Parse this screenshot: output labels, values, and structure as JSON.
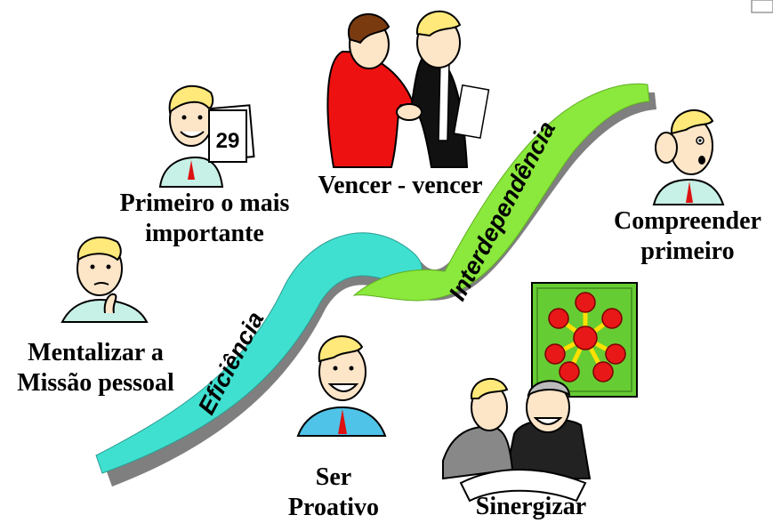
{
  "banners": {
    "eficiencia": "Eficiência",
    "interdependencia": "Interdependência"
  },
  "habits": {
    "missao": "Mentalizar a Missão pessoal",
    "importante": "Primeiro o mais importante",
    "vencer": "Vencer - vencer",
    "compreender": "Compreender primeiro",
    "proativo": "Ser Proativo",
    "sinergizar": "Sinergizar"
  },
  "calendar_day": "29",
  "colors": {
    "ribbon_left": "#40e0d0",
    "ribbon_right": "#8be83c",
    "ribbon_shadow": "#7f7f7f",
    "molecule_bg": "#66cc33",
    "molecule_atom": "#e81818",
    "molecule_bond": "#ffe000"
  },
  "icons": [
    "thinking-man-icon",
    "calendar-man-icon",
    "handshake-icon",
    "listening-man-icon",
    "smiling-man-icon",
    "meeting-icon",
    "molecule-icon"
  ]
}
